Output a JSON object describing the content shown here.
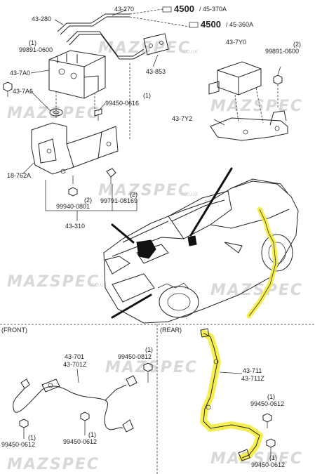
{
  "watermark": {
    "brand": "MAZSPEC",
    "domain": ".CO.UK"
  },
  "top": {
    "labels": {
      "p43_280": "43-280",
      "p43_270": "43-270",
      "p4500a": "4500",
      "p4500a_sub": "/ 45-370A",
      "p4500b": "4500",
      "p4500b_sub": "/ 45-360A",
      "p99891_0600_left": "99891-0600",
      "p1_left": "(1)",
      "p43_7a0": "43-7A0",
      "p43_7a6": "43-7A6",
      "p99450_0616": "99450-0616",
      "p1_mid": "(1)",
      "p43_853": "43-853",
      "p43_7y0": "43-7Y0",
      "p2_right": "(2)",
      "p99891_0600_right": "99891-0600",
      "p43_7y2": "43-7Y2",
      "p18_762a": "18-762A",
      "p2_bottom_a": "(2)",
      "p99940_0801": "99940-0801",
      "p2_bottom_b": "(2)",
      "p99791_08169": "99791-08169",
      "p43_310": "43-310"
    }
  },
  "front": {
    "title": "(FRONT)",
    "labels": {
      "p43_701": "43-701",
      "p43_701z": "43-701Z",
      "p1_a": "(1)",
      "p99450_0812": "99450-0812",
      "p1_b": "(1)",
      "p99450_0612_a": "99450-0612",
      "p1_c": "(1)",
      "p99450_0612_b": "99450-0612"
    }
  },
  "rear": {
    "title": "(REAR)",
    "labels": {
      "p43_711": "43-711",
      "p43_711z": "43-711Z",
      "p1_a": "(1)",
      "p99450_0612": "99450-0612",
      "p1_b": "(1)",
      "p99450_0612_b": "99450-0612"
    }
  },
  "colors": {
    "highlight": "#f5ec3a",
    "line": "#222222",
    "watermark": "#d8d8d8"
  },
  "icons": {
    "tube": "arrow-tube-icon"
  }
}
